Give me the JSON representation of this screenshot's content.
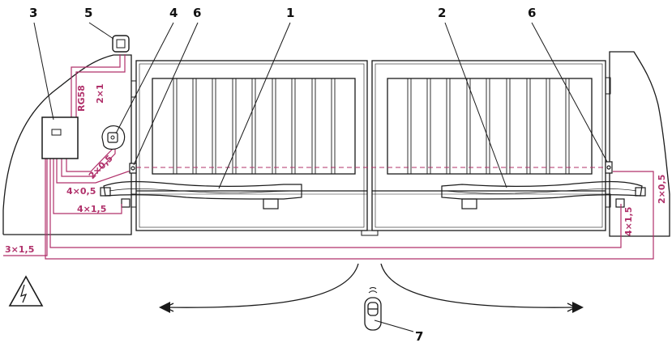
{
  "colors": {
    "line": "#1a1a1a",
    "wiring": "#b0306a",
    "background": "#ffffff",
    "panel_fill": "#ffffff"
  },
  "callouts": {
    "c1": "1",
    "c2": "2",
    "c3": "3",
    "c4": "4",
    "c5": "5",
    "c6_left": "6",
    "c6_right": "6",
    "c7": "7"
  },
  "cables": {
    "rg58": "RG58",
    "two_x_one": "2×1",
    "two_x_05_left": "2×0,5",
    "four_x_05": "4×0,5",
    "four_x_15_left": "4×1,5",
    "three_x_15": "3×1,5",
    "four_x_15_right": "4×1,5",
    "two_x_05_right": "2×0,5"
  },
  "icons": {
    "warning": "high-voltage-icon",
    "remote": "remote-control-icon",
    "antenna": "antenna-icon",
    "control_unit": "control-unit-icon",
    "key_selector": "key-selector-icon",
    "photocell": "photocell-icon",
    "motor": "gate-operator-icon",
    "arrow": "swing-direction-arrow"
  }
}
